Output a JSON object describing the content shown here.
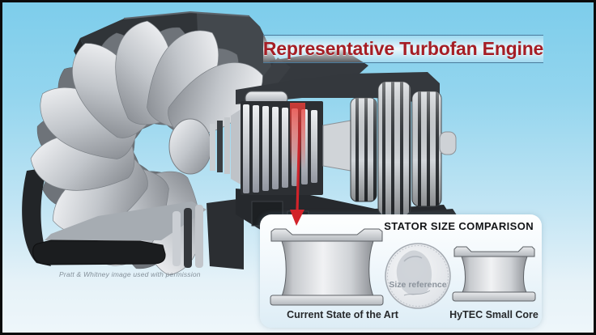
{
  "header": {
    "title": "Representative Turbofan Engine"
  },
  "engine": {
    "credit": "Pratt & Whitney image used with permission"
  },
  "panel": {
    "title": "STATOR SIZE COMPARISON",
    "stators": [
      {
        "label": "Current State of the Art"
      },
      {
        "label": "HyTEC Small Core"
      }
    ],
    "coin": {
      "label": "Size reference"
    }
  },
  "colors": {
    "background_top": "#7dcdeb",
    "background_bottom": "#eef6fa",
    "title_red": "#a51e25",
    "arrow_red": "#d2232a",
    "banner_line_blue": "#4a7b9d",
    "nacelle_dark": "#303438",
    "metal_light": "#f2f3f5"
  }
}
